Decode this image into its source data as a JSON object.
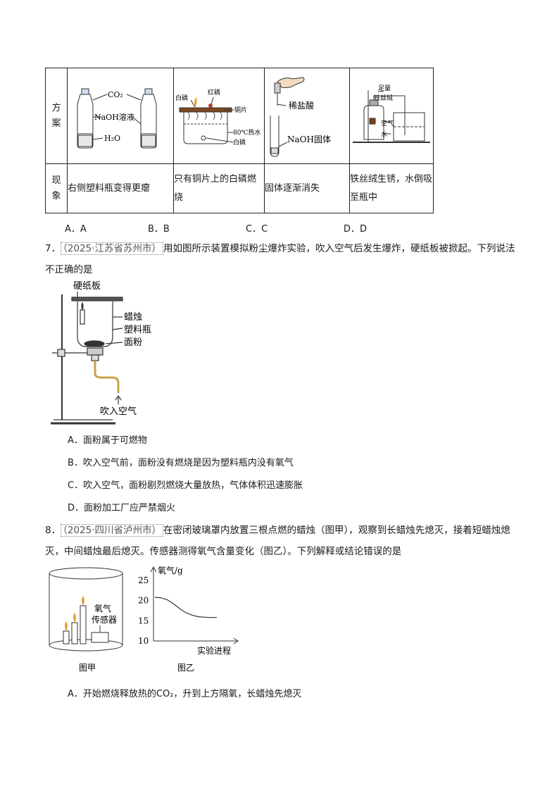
{
  "table": {
    "row1_header": [
      "方",
      "案"
    ],
    "row2_header": [
      "现",
      "象"
    ],
    "fig1": {
      "co2": "CO₂",
      "naoh": "NaOH溶液",
      "h2o": "H₂O"
    },
    "fig2": {
      "white_p": "白磷",
      "red_p": "红磷",
      "copper": "铜片",
      "water": "80℃热水",
      "white_p2": "白磷"
    },
    "fig3": {
      "acid": "稀盐酸",
      "solid": "NaOH固体"
    },
    "fig4": {
      "enough": "足量",
      "wire": "铁丝绒",
      "air": "空气",
      "water": "水"
    },
    "phenomena": [
      "右侧塑料瓶变得更瘪",
      "只有铜片上的白磷燃烧",
      "固体逐渐消失",
      "铁丝绒生锈，水倒吸至瓶中"
    ]
  },
  "q6_options": [
    "A．A",
    "B．B",
    "C．C",
    "D．D"
  ],
  "q7": {
    "number": "7．",
    "source": "（2025·江苏省苏州市）",
    "stem": "用如图所示装置模拟粉尘爆炸实验，吹入空气后发生爆炸，硬纸板被掀起。下列说法不正确的是",
    "labels": {
      "board": "硬纸板",
      "candle": "蜡烛",
      "bottle": "塑料瓶",
      "flour": "面粉",
      "blow": "吹入空气"
    },
    "choices": [
      "A．面粉属于可燃物",
      "B．吹入空气前，面粉没有燃烧是因为塑料瓶内没有氧气",
      "C．吹入空气，面粉剧烈燃烧大量放热，气体体积迅速膨胀",
      "D．面粉加工厂应严禁烟火"
    ]
  },
  "q8": {
    "number": "8．",
    "source": "（2025·四川省泸州市）",
    "stem": "在密闭玻璃罩内放置三根点燃的蜡烛（图甲），观察到长蜡烛先熄灭，接着短蜡烛熄灭，中间蜡烛最后熄灭。传感器测得氧气含量变化（图乙）。下列解释或结论错误的是",
    "sensor": "氧气传感器",
    "fig_a": "图甲",
    "fig_b": "图乙",
    "choice_a": "A．开始燃烧释放热的CO₂，升到上方隔氧，长蜡烛先熄灭"
  },
  "chart_data": {
    "type": "line",
    "ylabel": "氧气/g",
    "xlabel": "实验进程",
    "yticks": [
      10,
      15,
      20,
      25
    ],
    "ylim": [
      10,
      25
    ],
    "x": [
      0,
      1,
      2,
      3,
      4,
      5,
      6,
      7,
      8,
      9,
      10
    ],
    "values": [
      20.8,
      20.7,
      20.2,
      19.2,
      18.0,
      17.0,
      16.4,
      16.0,
      15.9,
      15.8,
      15.8
    ]
  }
}
